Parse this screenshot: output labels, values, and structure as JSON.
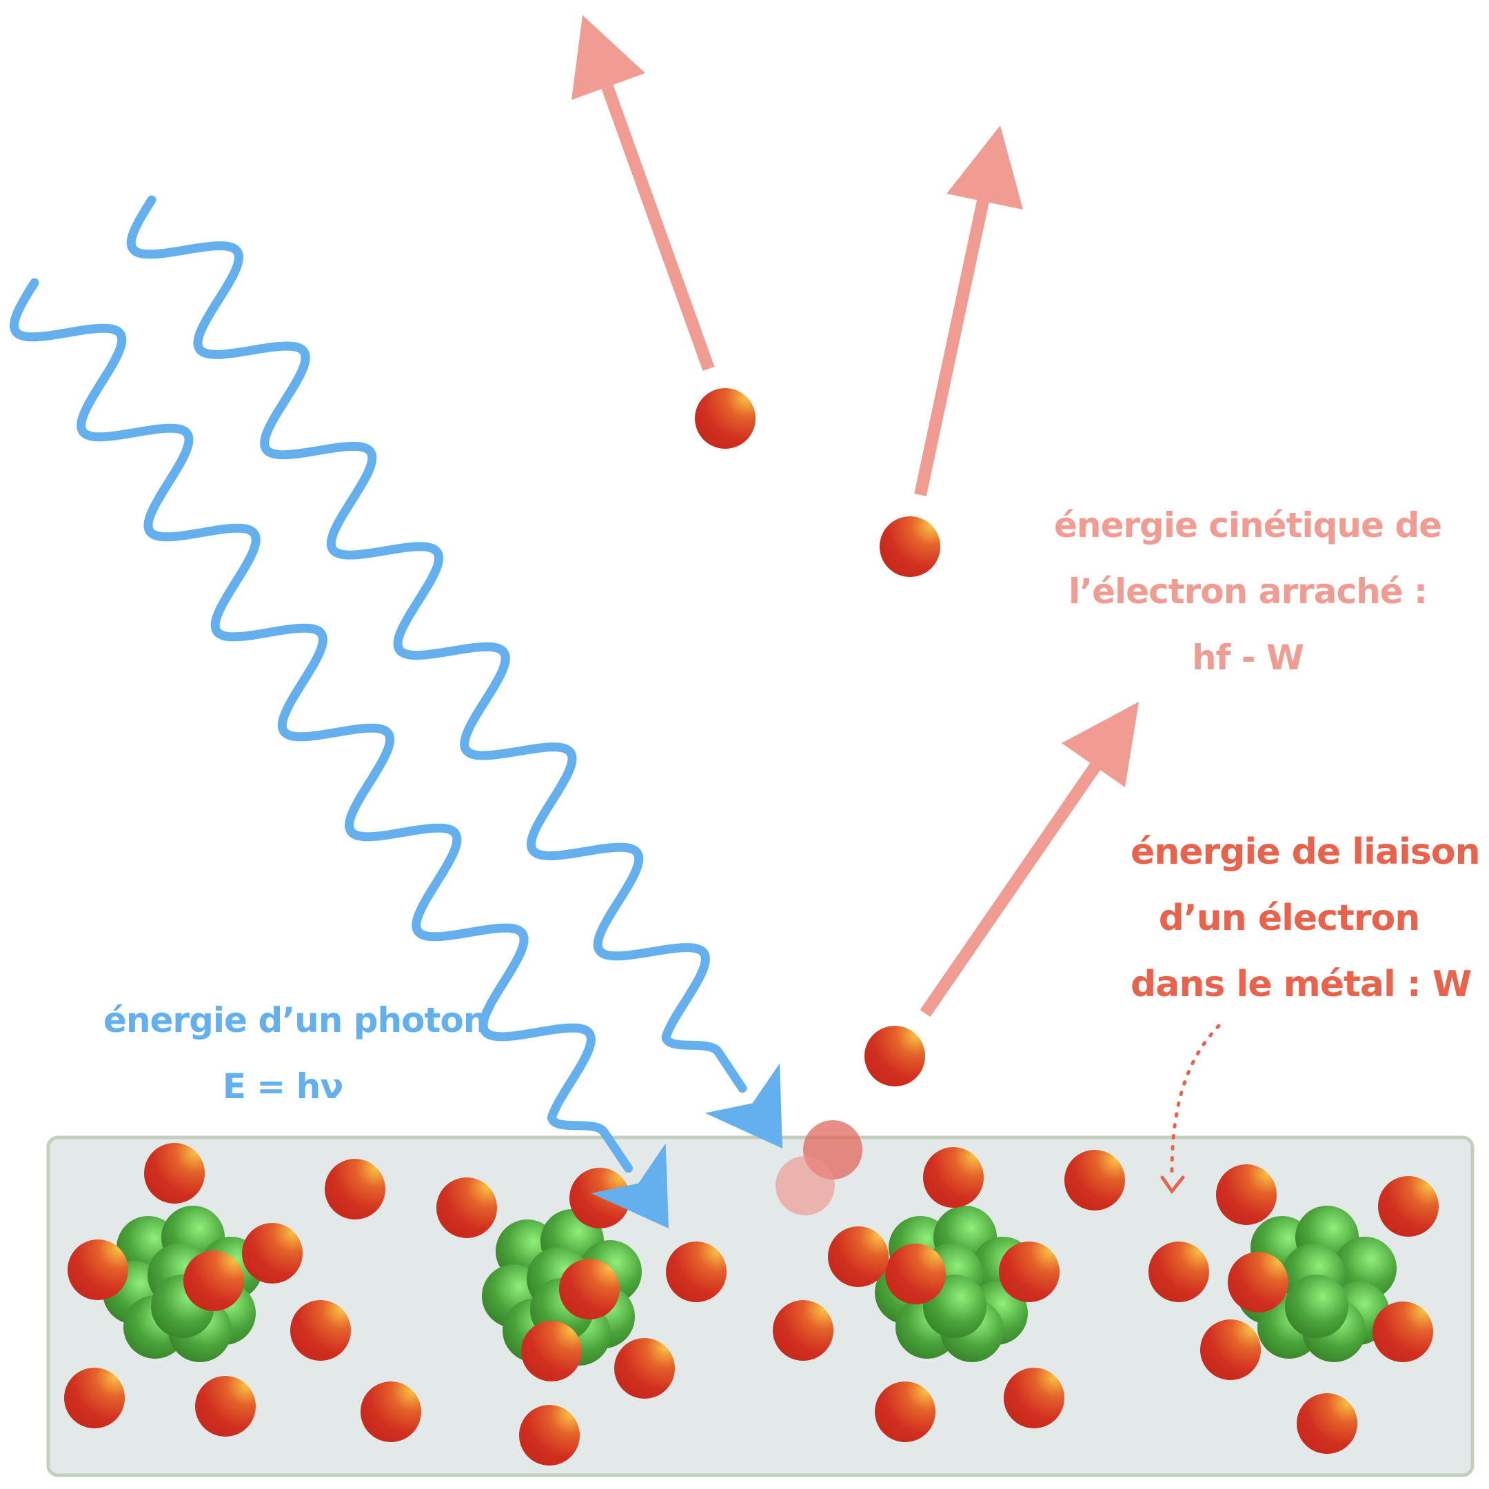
{
  "colors": {
    "photon": "#64b0ef",
    "electron_arrow": "#f09c92",
    "kinetic_text": "#f09c92",
    "binding_text": "#e9624c",
    "metal_fill": "#e3e8e8",
    "metal_border": "#c3cfbd",
    "electron": "#d12f20",
    "electron_highlight": "#f8c444",
    "nucleon": "#3f8f2d",
    "nucleon_highlight": "#8ff07a"
  },
  "labels": {
    "photon": {
      "line1": "énergie d’un photon",
      "line2": "E = hν"
    },
    "kinetic": {
      "line1": "énergie cinétique de",
      "line2": "l’électron arraché :",
      "line3": "hf - W"
    },
    "binding": {
      "line1": "énergie de liaison",
      "line2": "d’un électron",
      "line3": "dans le métal : W"
    }
  }
}
